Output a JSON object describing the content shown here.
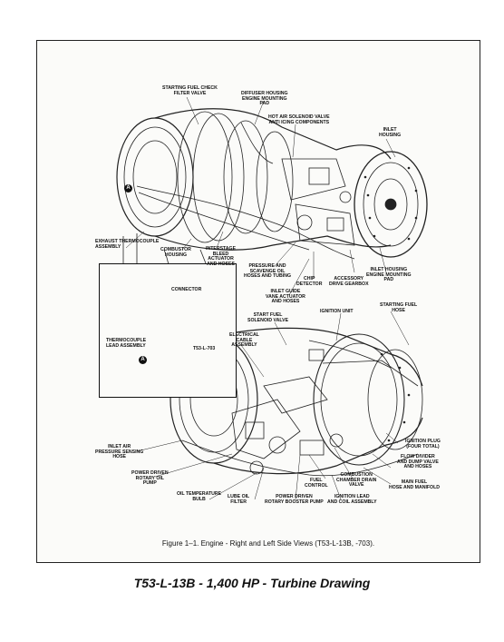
{
  "figure": {
    "caption": "Figure 1–1.  Engine - Right and Left Side Views (T53-L-13B, -703).",
    "footer_title": "T53-L-13B - 1,400 HP - Turbine Drawing",
    "inset_tag": "T53-L-703",
    "marker_letter": "A"
  },
  "labels": {
    "starting_fuel_check": "STARTING FUEL CHECK\nFILTER VALVE",
    "diffuser_housing": "DIFFUSER HOUSING\nENGINE MOUNTING\nPAD",
    "hot_air_solenoid": "HOT AIR SOLENOID VALVE\nANTI ICING COMPONENTS",
    "inlet_housing_top": "INLET\nHOUSING",
    "exhaust_thermocouple": "EXHAUST THERMOCOUPLE\nASSEMBLY",
    "combustor_housing": "COMBUSTOR\nHOUSING",
    "interstage_bleed": "INTERSTAGE\nBLEED\nACTUATOR\nAND HOSES",
    "pressure_scavenge": "PRESSURE AND\nSCAVENGE OIL\nHOSES AND TUBING",
    "chip_detector": "CHIP\nDETECTOR",
    "accessory_gearbox": "ACCESSORY\nDRIVE GEARBOX",
    "inlet_housing_mount": "INLET HOUSING\nENGINE MOUNTING\nPAD",
    "inlet_guide_vane": "INLET GUIDE\nVANE ACTUATOR\nAND HOSES",
    "connector": "CONNECTOR",
    "thermocouple_lead": "THERMOCOUPLE\nLEAD ASSEMBLY",
    "start_fuel_solenoid": "START FUEL\nSOLENOID VALVE",
    "ignition_unit": "IGNITION UNIT",
    "starting_fuel_hose": "STARTING FUEL\nHOSE",
    "electrical_cable": "ELECTRICAL\nCABLE\nASSEMBLY",
    "ignition_plug": "IGNITION PLUG\n(FOUR TOTAL)",
    "flow_divider": "FLOW DIVIDER\nAND DUMP VALVE\nAND HOSES",
    "main_fuel_hose": "MAIN FUEL\nHOSE AND MANIFOLD",
    "inlet_air_pressure": "INLET AIR\nPRESSURE SENSING\nHOSE",
    "power_driven_rotary_oil": "POWER DRIVEN\nROTARY OIL\nPUMP",
    "fuel_control": "FUEL\nCONTROL",
    "combustion_drain": "COMBUSTION\nCHAMBER DRAIN\nVALVE",
    "oil_temp_bulb": "OIL TEMPERATURE\nBULB",
    "lube_oil_filter": "LUBE OIL\nFILTER",
    "power_driven_booster": "POWER DRIVEN\nROTARY BOOSTER PUMP",
    "ignition_lead": "IGNITION LEAD\nAND COIL ASSEMBLY"
  }
}
